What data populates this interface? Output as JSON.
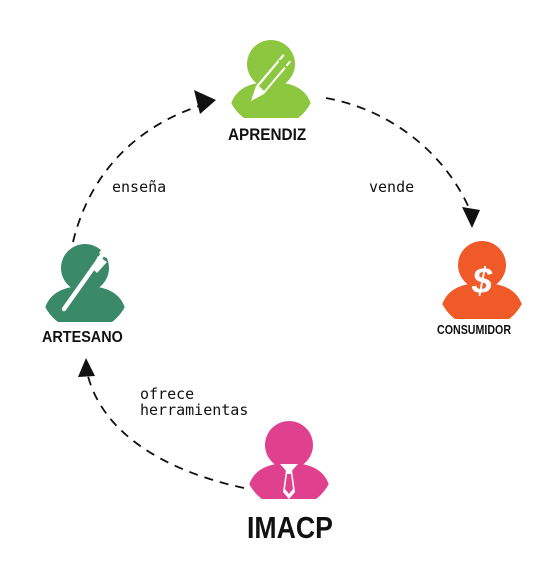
{
  "nodes": {
    "aprendiz": {
      "label": "APRENDIZ",
      "color": "#8dc63f",
      "icon": "pencil-icon"
    },
    "artesano": {
      "label": "ARTESANO",
      "color": "#3a8a6a",
      "icon": "paintbrush-icon"
    },
    "consumidor": {
      "label": "CONSUMIDOR",
      "color": "#f05a28",
      "icon": "dollar-icon",
      "symbol": "$"
    },
    "imacp": {
      "label": "IMACP",
      "color": "#e0418f",
      "icon": "tie-icon"
    }
  },
  "edges": {
    "ensena": {
      "label": "enseña"
    },
    "vende": {
      "label": "vende"
    },
    "ofrece": {
      "line1": "ofrece",
      "line2": "herramientas"
    }
  },
  "style": {
    "arrow_color": "#111111"
  }
}
